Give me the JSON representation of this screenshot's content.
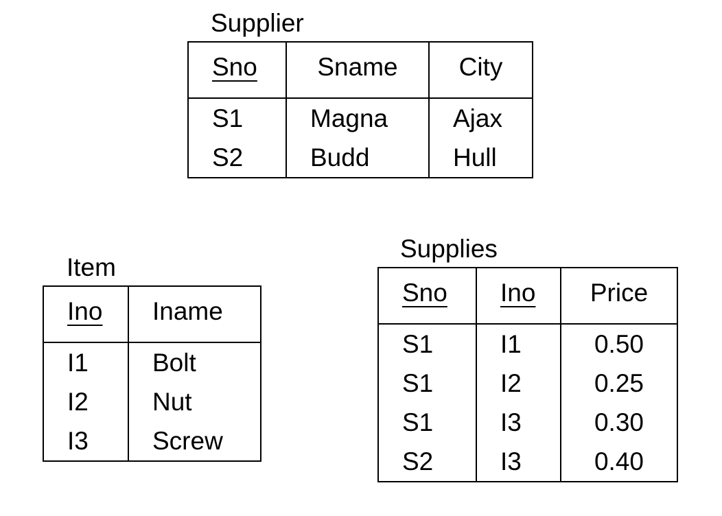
{
  "diagram": {
    "kind": "relational-schema",
    "tables": [
      {
        "name": "Supplier",
        "columns": [
          {
            "label": "Sno",
            "primary_key": true,
            "align": "left"
          },
          {
            "label": "Sname",
            "primary_key": false,
            "align": "center"
          },
          {
            "label": "City",
            "primary_key": false,
            "align": "center"
          }
        ],
        "rows": [
          {
            "Sno": "S1",
            "Sname": "Magna",
            "City": "Ajax"
          },
          {
            "Sno": "S2",
            "Sname": "Budd",
            "City": "Hull"
          }
        ]
      },
      {
        "name": "Item",
        "columns": [
          {
            "label": "Ino",
            "primary_key": true,
            "align": "left"
          },
          {
            "label": "Iname",
            "primary_key": false,
            "align": "left"
          }
        ],
        "rows": [
          {
            "Ino": "I1",
            "Iname": "Bolt"
          },
          {
            "Ino": "I2",
            "Iname": "Nut"
          },
          {
            "Ino": "I3",
            "Iname": "Screw"
          }
        ]
      },
      {
        "name": "Supplies",
        "columns": [
          {
            "label": "Sno",
            "primary_key": true,
            "align": "left"
          },
          {
            "label": "Ino",
            "primary_key": true,
            "align": "left"
          },
          {
            "label": "Price",
            "primary_key": false,
            "align": "center"
          }
        ],
        "rows": [
          {
            "Sno": "S1",
            "Ino": "I1",
            "Price": "0.50"
          },
          {
            "Sno": "S1",
            "Ino": "I2",
            "Price": "0.25"
          },
          {
            "Sno": "S1",
            "Ino": "I3",
            "Price": "0.30"
          },
          {
            "Sno": "S2",
            "Ino": "I3",
            "Price": "0.40"
          }
        ]
      }
    ]
  },
  "supplier": {
    "title": "Supplier",
    "headers": {
      "sno": "Sno",
      "sname": "Sname",
      "city": "City"
    },
    "sno": [
      "S1",
      "S2"
    ],
    "sname": [
      "Magna",
      "Budd"
    ],
    "city": [
      "Ajax",
      "Hull"
    ]
  },
  "item": {
    "title": "Item",
    "headers": {
      "ino": "Ino",
      "iname": "Iname"
    },
    "ino": [
      "I1",
      "I2",
      "I3"
    ],
    "iname": [
      "Bolt",
      "Nut",
      "Screw"
    ]
  },
  "supplies": {
    "title": "Supplies",
    "headers": {
      "sno": "Sno",
      "ino": "Ino",
      "price": "Price"
    },
    "sno": [
      "S1",
      "S1",
      "S1",
      "S2"
    ],
    "ino": [
      "I1",
      "I2",
      "I3",
      "I3"
    ],
    "price": [
      "0.50",
      "0.25",
      "0.30",
      "0.40"
    ]
  },
  "colors": {
    "background": "#ffffff",
    "text": "#000000",
    "border": "#000000"
  }
}
